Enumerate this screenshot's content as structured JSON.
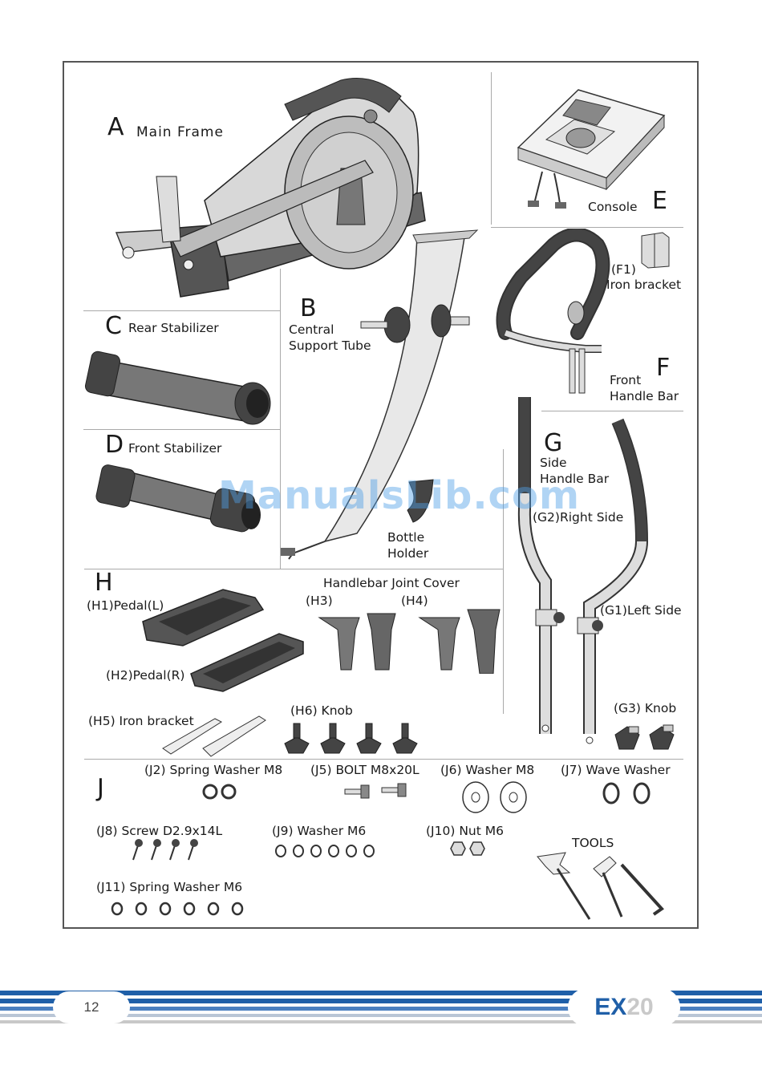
{
  "parts": {
    "a": {
      "letter": "A",
      "name": "Main Frame"
    },
    "b": {
      "letter": "B",
      "line1": "Central",
      "line2": "Support Tube"
    },
    "bottle": {
      "line1": "Bottle",
      "line2": "Holder"
    },
    "c": {
      "letter": "C",
      "name": "Rear Stabilizer"
    },
    "d": {
      "letter": "D",
      "name": "Front Stabilizer"
    },
    "e": {
      "letter": "E",
      "name": "Console"
    },
    "f": {
      "letter": "F",
      "line1": "Front",
      "line2": "Handle Bar",
      "f1_code": "(F1)",
      "f1_name": "Iron bracket"
    },
    "g": {
      "letter": "G",
      "line1": "Side",
      "line2": "Handle Bar",
      "g2": "(G2)Right Side",
      "g1": "(G1)Left Side",
      "g3": "(G3) Knob"
    },
    "h": {
      "letter": "H",
      "h1": "(H1)Pedal(L)",
      "h2": "(H2)Pedal(R)",
      "cover": "Handlebar Joint Cover",
      "h3": "(H3)",
      "h4": "(H4)",
      "h5": "(H5) Iron bracket",
      "h6": "(H6) Knob"
    },
    "j": {
      "letter": "J",
      "j2": "(J2) Spring Washer M8",
      "j5": "(J5) BOLT M8x20L",
      "j6": "(J6) Washer M8",
      "j7": "(J7) Wave Washer",
      "j8": "(J8) Screw D2.9x14L",
      "j9": "(J9) Washer M6",
      "j10": "(J10) Nut M6",
      "j11": "(J11) Spring Washer M6",
      "tools": "TOOLS"
    }
  },
  "watermark": "ManualsLib.com",
  "footer": {
    "page_number": "12",
    "model_a": "EX",
    "model_b": "20"
  },
  "colors": {
    "accent": "#1f5fa8",
    "stripe": "#1f5fa8",
    "stripe_light": "#b9c6d6",
    "frame": "#555555"
  }
}
